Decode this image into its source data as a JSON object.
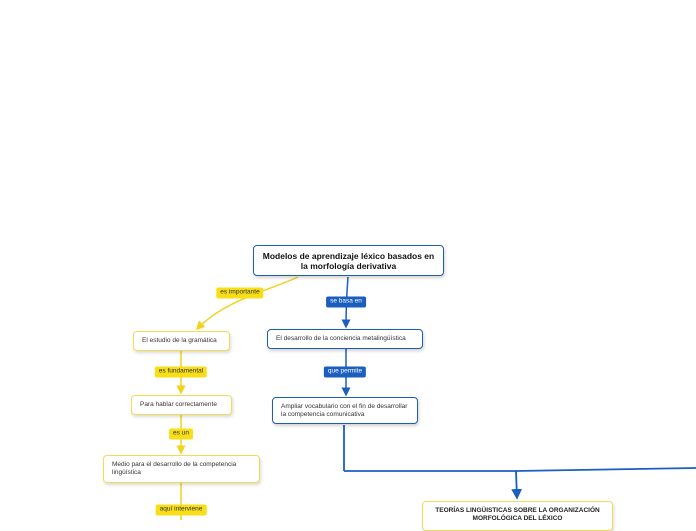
{
  "colors": {
    "blue": "#1a5fc0",
    "yellow": "#f7de17"
  },
  "root": {
    "title": "Modelos de aprendizaje léxico basados en la morfología derivativa"
  },
  "nodes": {
    "conciencia": "El desarrollo de la conciencia metalingüística",
    "vocabulario": "Ampliar vocabulario con el fin de desarrollar la competencia comunicativa",
    "gramatica": "El estudio de la gramática",
    "hablar": "Para hablar correctamente",
    "medio": "Medio para el desarrollo de la competencia lingüística",
    "teorias": "TEORÍAS LINGÜISTICAS SOBRE LA ORGANIZACIÓN MORFOLÓGICA DEL LÉXICO"
  },
  "links": {
    "se_basa_en": "se basa en",
    "que_permite": "que permite",
    "es_importante": "es importante",
    "es_fundamental": "es fundamental",
    "es_un": "es un",
    "aqui_interviene": "aquí interviene"
  }
}
